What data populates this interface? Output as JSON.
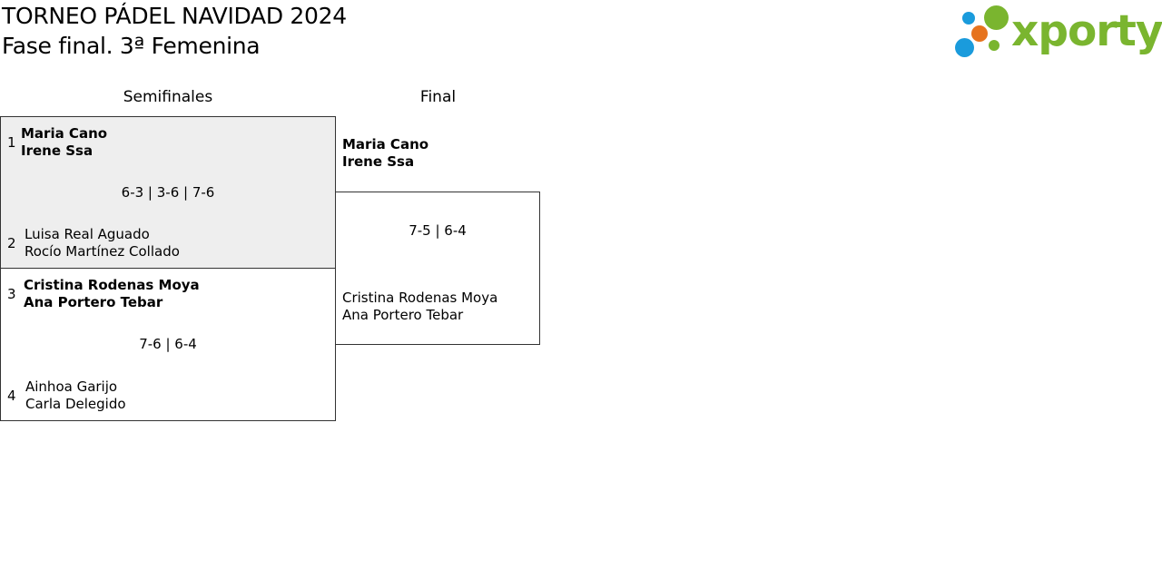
{
  "header": {
    "title": "TORNEO PÁDEL NAVIDAD 2024",
    "subtitle": "Fase final. 3ª Femenina"
  },
  "logo": {
    "text": "xporty",
    "colors": {
      "green": "#7ab52f",
      "orange": "#e6731e",
      "blue": "#1a9bdc"
    }
  },
  "rounds": {
    "semifinals_label": "Semifinales",
    "final_label": "Final"
  },
  "semifinals": [
    {
      "seed_top": "1",
      "top": {
        "player1": "Maria Cano",
        "player2": "Irene Ssa",
        "winner": true
      },
      "score": "6-3 | 3-6 | 7-6",
      "seed_bottom": "2",
      "bottom": {
        "player1": "Luisa Real Aguado",
        "player2": "Rocío Martínez Collado",
        "winner": false
      }
    },
    {
      "seed_top": "3",
      "top": {
        "player1": "Cristina Rodenas Moya",
        "player2": "Ana Portero Tebar",
        "winner": true
      },
      "score": "7-6 | 6-4",
      "seed_bottom": "4",
      "bottom": {
        "player1": "Ainhoa Garijo",
        "player2": "Carla Delegido",
        "winner": false
      }
    }
  ],
  "final": {
    "top": {
      "player1": "Maria Cano",
      "player2": "Irene Ssa",
      "winner": true
    },
    "score": "7-5 | 6-4",
    "bottom": {
      "player1": "Cristina Rodenas Moya",
      "player2": "Ana Portero Tebar",
      "winner": false
    }
  }
}
